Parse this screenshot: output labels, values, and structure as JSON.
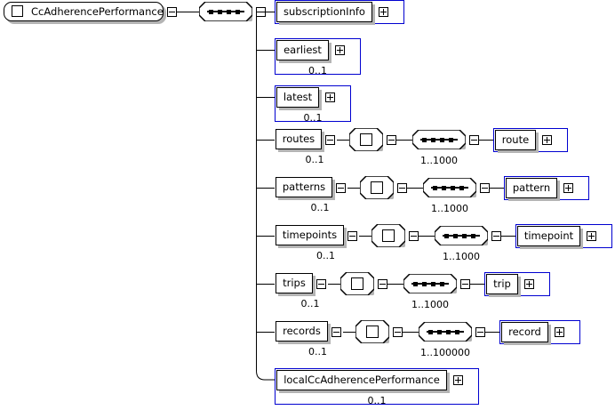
{
  "diagram": {
    "type": "xml-schema-element-tree",
    "root": {
      "name": "CcAdherencePerformance",
      "icon": "element-icon",
      "toggle": "minus"
    },
    "root_sequence": {
      "icon": "sequence-icon",
      "toggle": "minus",
      "occurrence": ""
    },
    "children": [
      {
        "name": "subscriptionInfo",
        "occurrence": "",
        "toggle": "plus",
        "bordered": true,
        "has_type_chain": false
      },
      {
        "name": "earliest",
        "occurrence": "0..1",
        "toggle": "plus",
        "bordered": true,
        "has_type_chain": false
      },
      {
        "name": "latest",
        "occurrence": "0..1",
        "toggle": "plus",
        "bordered": true,
        "has_type_chain": false
      },
      {
        "name": "routes",
        "occurrence": "0..1",
        "toggle": "minus",
        "bordered": false,
        "has_type_chain": true,
        "complex_type": {
          "icon": "complextype-icon",
          "toggle": "minus"
        },
        "sequence": {
          "icon": "sequence-icon",
          "occurrence": "1..1000",
          "toggle": "minus"
        },
        "leaf": {
          "name": "route",
          "toggle": "plus",
          "bordered": true
        }
      },
      {
        "name": "patterns",
        "occurrence": "0..1",
        "toggle": "minus",
        "bordered": false,
        "has_type_chain": true,
        "complex_type": {
          "icon": "complextype-icon",
          "toggle": "minus"
        },
        "sequence": {
          "icon": "sequence-icon",
          "occurrence": "1..1000",
          "toggle": "minus"
        },
        "leaf": {
          "name": "pattern",
          "toggle": "plus",
          "bordered": true
        }
      },
      {
        "name": "timepoints",
        "occurrence": "0..1",
        "toggle": "minus",
        "bordered": false,
        "has_type_chain": true,
        "complex_type": {
          "icon": "complextype-icon",
          "toggle": "minus"
        },
        "sequence": {
          "icon": "sequence-icon",
          "occurrence": "1..1000",
          "toggle": "minus"
        },
        "leaf": {
          "name": "timepoint",
          "toggle": "plus",
          "bordered": true
        }
      },
      {
        "name": "trips",
        "occurrence": "0..1",
        "toggle": "minus",
        "bordered": false,
        "has_type_chain": true,
        "complex_type": {
          "icon": "complextype-icon",
          "toggle": "minus"
        },
        "sequence": {
          "icon": "sequence-icon",
          "occurrence": "1..1000",
          "toggle": "minus"
        },
        "leaf": {
          "name": "trip",
          "toggle": "plus",
          "bordered": true
        }
      },
      {
        "name": "records",
        "occurrence": "0..1",
        "toggle": "minus",
        "bordered": false,
        "has_type_chain": true,
        "complex_type": {
          "icon": "complextype-icon",
          "toggle": "minus"
        },
        "sequence": {
          "icon": "sequence-icon",
          "occurrence": "1..100000",
          "toggle": "minus"
        },
        "leaf": {
          "name": "record",
          "toggle": "plus",
          "bordered": true
        }
      },
      {
        "name": "localCcAdherencePerformance",
        "occurrence": "0..1",
        "toggle": "plus",
        "bordered": true,
        "has_type_chain": false
      }
    ],
    "colors": {
      "border_blue": "#0000d0",
      "line_black": "#000000",
      "shadow_gray": "#b4b4b4",
      "background": "#ffffff"
    }
  }
}
